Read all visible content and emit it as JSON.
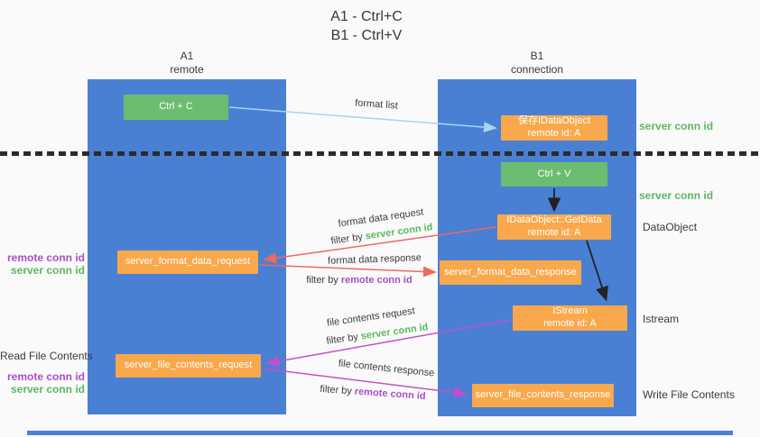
{
  "title": {
    "line1": "A1 - Ctrl+C",
    "line2": "B1 - Ctrl+V"
  },
  "lanes": {
    "left": {
      "name": "A1",
      "subtitle": "remote"
    },
    "right": {
      "name": "B1",
      "subtitle": "connection"
    }
  },
  "nodes": {
    "ctrl_c": "Ctrl + C",
    "ctrl_v": "Ctrl + V",
    "save_idataobject": {
      "line1": "保存IDataObject",
      "line2": "remote id: A"
    },
    "getdata": {
      "line1": "IDataObject::GetData",
      "line2": "remote id: A"
    },
    "istream": {
      "line1": "IStream",
      "line2": "remote id: A"
    },
    "server_format_data_request": "server_format_data_request",
    "server_format_data_response": "server_format_data_response",
    "server_file_contents_request": "server_file_contents_request",
    "server_file_contents_response": "server_file_contents_response"
  },
  "arrow_labels": {
    "format_list": "format list",
    "format_data_request": "format data request",
    "format_data_request_filter": {
      "prefix": "filter by",
      "id": "server conn id"
    },
    "format_data_response": "format data response",
    "format_data_response_filter": {
      "prefix": "filter by",
      "id": "remote conn id"
    },
    "file_contents_request": "file contents request",
    "file_contents_request_filter": {
      "prefix": "filter by",
      "id": "server conn id"
    },
    "file_contents_response": "file contents response",
    "file_contents_response_filter": {
      "prefix": "filter by",
      "id": "remote conn id"
    }
  },
  "side_labels": {
    "right_server_conn_id_top": "server conn id",
    "right_server_conn_id_mid": "server conn id",
    "right_dataobject": "DataObject",
    "right_istream": "Istream",
    "right_write_file_contents": "Write File Contents",
    "left_remote_conn_id_top": "remote conn id",
    "left_server_conn_id_top": "server conn id",
    "left_read_file_contents": "Read File Contents",
    "left_remote_conn_id_bottom": "remote conn id",
    "left_server_conn_id_bottom": "server conn id"
  },
  "colors": {
    "lane_blue": "#4a80d4",
    "box_green": "#6cbd70",
    "box_orange": "#f9a84c",
    "id_green": "#5cb85f",
    "id_purple": "#aa4fc6",
    "arrow_red": "#ed6a5e",
    "arrow_magenta": "#c44fc8",
    "arrow_light_blue": "#a8d4ee",
    "arrow_black": "#222222"
  }
}
